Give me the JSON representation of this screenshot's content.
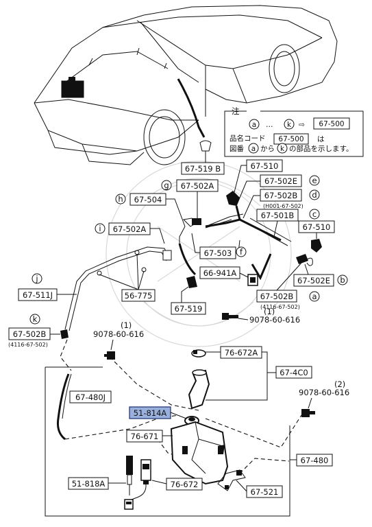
{
  "note": {
    "title": "注",
    "line1_a": "a",
    "line1_dots": "…",
    "line1_k": "k",
    "line1_arrow": "⇨",
    "line1_part": "67-500",
    "line2_prefix": "品名コード",
    "line2_part": "67-500",
    "line2_suffix": "は",
    "line3_prefix": "図番",
    "line3_a": "a",
    "line3_mid": "から",
    "line3_k": "k",
    "line3_suffix": "の部品を示します。"
  },
  "parts": {
    "p67_519B": "67-519 B",
    "p67_510_top": "67-510",
    "p67_502E_top": "67-502E",
    "p67_502A_g": "67-502A",
    "p67_504": "67-504",
    "p67_502B_d": "67-502B",
    "p67_502B_d_note": "(H001-67-502)",
    "p67_501B": "67-501B",
    "p67_502A_i": "67-502A",
    "p67_510_right": "67-510",
    "p67_503": "67-503",
    "p66_941A": "66-941A",
    "p67_502E_b": "67-502E",
    "p67_511J": "67-511J",
    "p56_775": "56-775",
    "p67_502B_a": "67-502B",
    "p67_502B_a_note": "(4116-67-502)",
    "p67_519": "67-519",
    "bolt_top": "9078-60-616",
    "bolt_top_qty": "(1)",
    "p67_502B_k": "67-502B",
    "p67_502B_k_note": "(4116-67-502)",
    "bolt_left": "9078-60-616",
    "bolt_left_qty": "(1)",
    "p76_672A": "76-672A",
    "p67_4C0": "67-4C0",
    "bolt_right": "9078-60-616",
    "bolt_right_qty": "(2)",
    "p67_480J": "67-480J",
    "p51_814A": "51-814A",
    "p76_671": "76-671",
    "p67_480": "67-480",
    "p51_818A": "51-818A",
    "p76_672": "76-672",
    "p67_521": "67-521"
  },
  "callouts": {
    "a": "a",
    "b": "b",
    "c": "c",
    "d": "d",
    "e": "e",
    "f": "f",
    "g": "g",
    "h": "h",
    "i": "i",
    "j": "j",
    "k": "k"
  },
  "colors": {
    "line": "#111111",
    "highlight_fill": "#9ab0dc",
    "highlight_stroke": "#1b2d6b",
    "watermark": "#d8d8d8"
  }
}
